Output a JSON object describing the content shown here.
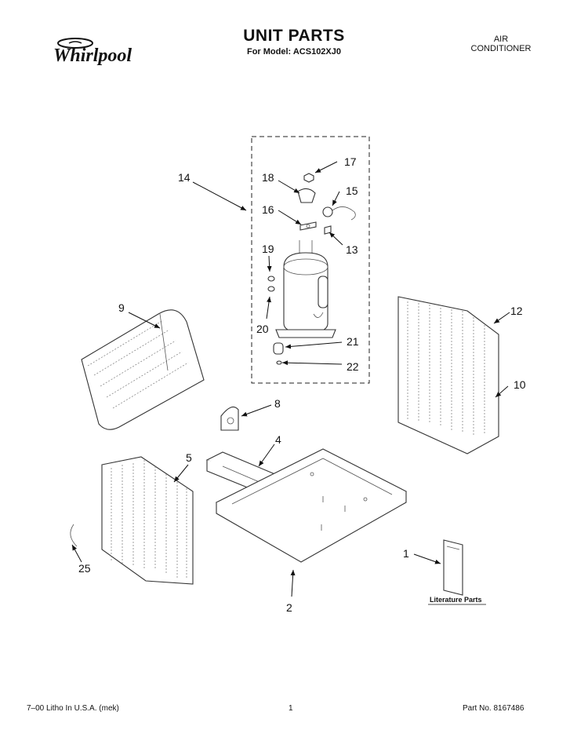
{
  "header": {
    "brand": "Whirlpool",
    "title": "UNIT PARTS",
    "subtitle": "For Model: ACS102XJ0",
    "category_line1": "AIR",
    "category_line2": "CONDITIONER"
  },
  "callouts": [
    "14",
    "17",
    "18",
    "15",
    "16",
    "13",
    "19",
    "20",
    "21",
    "22",
    "9",
    "12",
    "10",
    "8",
    "4",
    "5",
    "25",
    "1",
    "2"
  ],
  "literature_label": "Literature Parts",
  "footer": {
    "left": "7–00 Litho In U.S.A. (mek)",
    "center": "1",
    "right": "Part No. 8167486"
  }
}
